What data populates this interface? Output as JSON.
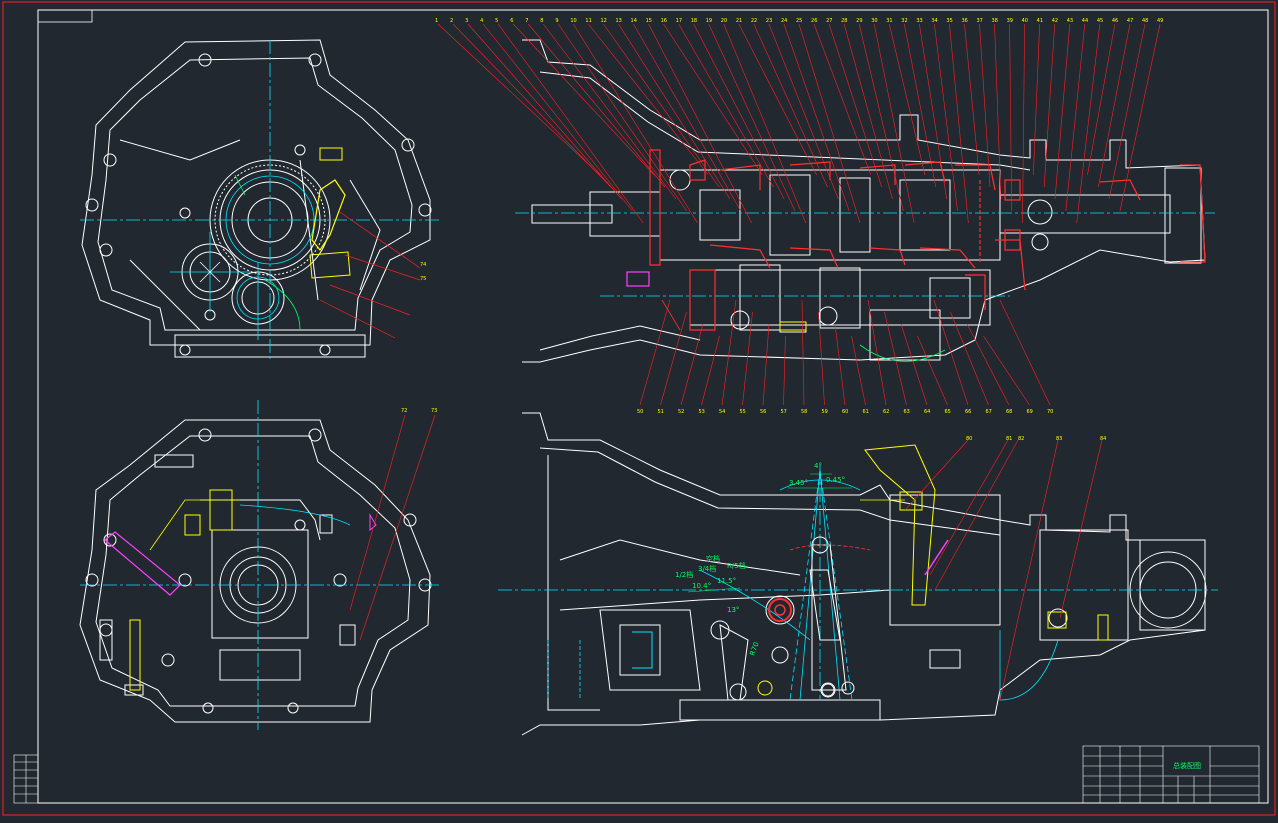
{
  "drawing": {
    "colors": {
      "background": "#212830",
      "outline": "#ffffff",
      "centerline": "#00e5ff",
      "leader": "#ff2020",
      "section": "#ff3030",
      "highlight_yellow": "#ffff00",
      "highlight_magenta": "#ff40ff",
      "dimension": "#00ff60",
      "frame": "#ff2020"
    },
    "part_numbers_top": [
      "1",
      "2",
      "3",
      "4",
      "5",
      "6",
      "7",
      "8",
      "9",
      "10",
      "11",
      "12",
      "13",
      "14",
      "15",
      "16",
      "17",
      "18",
      "19",
      "20",
      "21",
      "22",
      "23",
      "24",
      "25",
      "26",
      "27",
      "28",
      "29",
      "30",
      "31",
      "32",
      "33",
      "34",
      "35",
      "36",
      "37",
      "38",
      "39",
      "40",
      "41",
      "42",
      "43",
      "44",
      "45",
      "46",
      "47",
      "48",
      "49"
    ],
    "part_numbers_bottom": [
      "50",
      "51",
      "52",
      "53",
      "54",
      "55",
      "56",
      "57",
      "58",
      "59",
      "60",
      "61",
      "62",
      "63",
      "64",
      "65",
      "66",
      "67",
      "68",
      "69",
      "70"
    ],
    "part_numbers_left": [
      "72",
      "73",
      "74",
      "75"
    ],
    "part_numbers_lower_right": [
      "80",
      "81",
      "82",
      "83",
      "84"
    ],
    "dimensions": {
      "angle_top": "4°",
      "angle_left": "3.45°",
      "angle_right": "0.45°",
      "gear_neutral": "空档",
      "gear_12": "1/2档",
      "gear_34": "3/4档",
      "gear_r5": "R/5档",
      "angle_a": "10.4°",
      "angle_b": "11.5°",
      "angle_c": "13°",
      "radius": "R70"
    },
    "title_block": {
      "title": "总装配图"
    }
  }
}
